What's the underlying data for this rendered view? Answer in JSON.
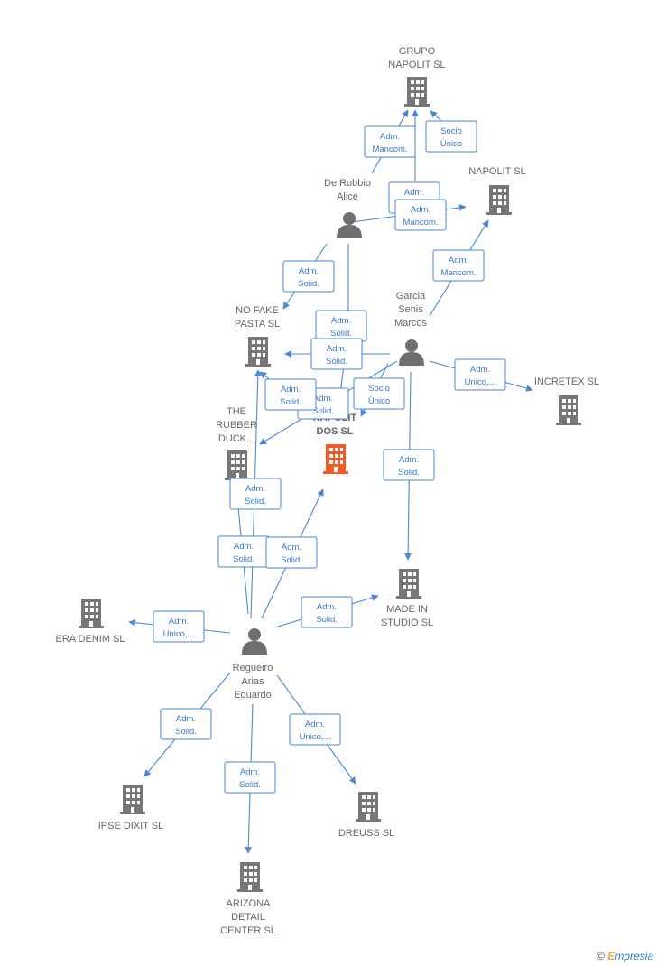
{
  "nodes": [
    {
      "id": "grupo_napolit",
      "type": "company",
      "label": [
        "GRUPO",
        "NAPOLIT  SL"
      ],
      "focus": false
    },
    {
      "id": "napolit",
      "type": "company",
      "label": [
        "NAPOLIT  SL"
      ],
      "focus": false
    },
    {
      "id": "de_robbio",
      "type": "person",
      "label": [
        "De Robbio",
        "Alice"
      ]
    },
    {
      "id": "garcia",
      "type": "person",
      "label": [
        "Garcia",
        "Senis",
        "Marcos"
      ]
    },
    {
      "id": "no_fake",
      "type": "company",
      "label": [
        "NO FAKE",
        "PASTA  SL"
      ],
      "focus": false
    },
    {
      "id": "increte",
      "type": "company",
      "label": [
        "INCRETEX  SL"
      ],
      "focus": false
    },
    {
      "id": "rubber",
      "type": "company",
      "label": [
        "THE",
        "RUBBER",
        "DUCK..."
      ],
      "focus": false
    },
    {
      "id": "napolit_dos",
      "type": "company",
      "label": [
        "NAPOLIT",
        "DOS  SL"
      ],
      "focus": true
    },
    {
      "id": "made_in",
      "type": "company",
      "label": [
        "MADE IN",
        "STUDIO  SL"
      ],
      "focus": false
    },
    {
      "id": "era_denim",
      "type": "company",
      "label": [
        "ERA DENIM  SL"
      ],
      "focus": false
    },
    {
      "id": "regueiro",
      "type": "person",
      "label": [
        "Regueiro",
        "Arias",
        "Eduardo"
      ]
    },
    {
      "id": "ipse",
      "type": "company",
      "label": [
        "IPSE DIXIT  SL"
      ],
      "focus": false
    },
    {
      "id": "dreuss",
      "type": "company",
      "label": [
        "DREUSS  SL"
      ],
      "focus": false
    },
    {
      "id": "arizona",
      "type": "company",
      "label": [
        "ARIZONA",
        "DETAIL",
        "CENTER  SL"
      ],
      "focus": false
    }
  ],
  "edge_labels": [
    [
      "Adm.",
      "Mancom."
    ],
    [
      "Socio",
      "Único"
    ],
    [
      "Adm.",
      "Mancom."
    ],
    [
      "Adm.",
      "Mancom."
    ],
    [
      "Adm.",
      "Mancom."
    ],
    [
      "Adm.",
      "Solid."
    ],
    [
      "Adm.",
      "Solid."
    ],
    [
      "Adm.",
      "Solid."
    ],
    [
      "Adm.",
      "Unico,..."
    ],
    [
      "Socio",
      "Único"
    ],
    [
      "Adm.",
      "Solid."
    ],
    [
      "Adm.",
      "Solid."
    ],
    [
      "Adm.",
      "Solid."
    ],
    [
      "Adm.",
      "Solid."
    ],
    [
      "Adm.",
      "Solid."
    ],
    [
      "Adm.",
      "Solid."
    ],
    [
      "Adm.",
      "Solid."
    ],
    [
      "Adm.",
      "Unico,..."
    ],
    [
      "Adm.",
      "Solid."
    ],
    [
      "Adm.",
      "Solid."
    ],
    [
      "Adm.",
      "Unico,..."
    ]
  ],
  "colors": {
    "company": "#777777",
    "focus_company": "#f05a28",
    "person": "#6f6f6f",
    "edge": "#4a86d6",
    "edge_text": "#3a78c8"
  },
  "footer": {
    "copyright": "©",
    "brand_first": "E",
    "brand_rest": "mpresia"
  }
}
